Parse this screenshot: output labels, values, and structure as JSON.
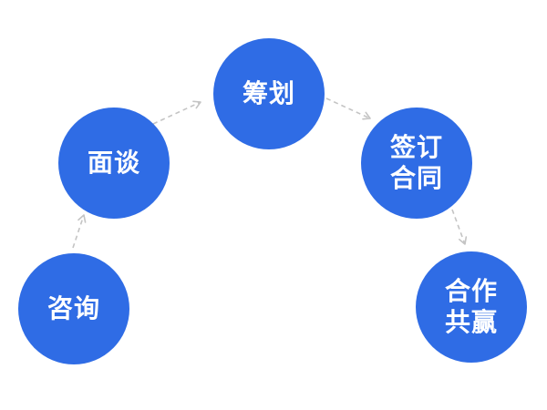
{
  "diagram": {
    "colors": {
      "node_fill": "#2f6ce5",
      "node_text": "#ffffff",
      "connector": "#c4c4c4"
    },
    "nodes": [
      {
        "id": "n1",
        "label": "咨询"
      },
      {
        "id": "n2",
        "label": "面谈"
      },
      {
        "id": "n3",
        "label": "筹划"
      },
      {
        "id": "n4",
        "label": "签订合同"
      },
      {
        "id": "n5",
        "label": "合作共赢"
      }
    ],
    "edges": [
      {
        "from": "n1",
        "to": "n2",
        "style": "dashed-arrow"
      },
      {
        "from": "n2",
        "to": "n3",
        "style": "dashed-arrow"
      },
      {
        "from": "n3",
        "to": "n4",
        "style": "dashed-arrow"
      },
      {
        "from": "n4",
        "to": "n5",
        "style": "dashed-arrow"
      }
    ]
  }
}
